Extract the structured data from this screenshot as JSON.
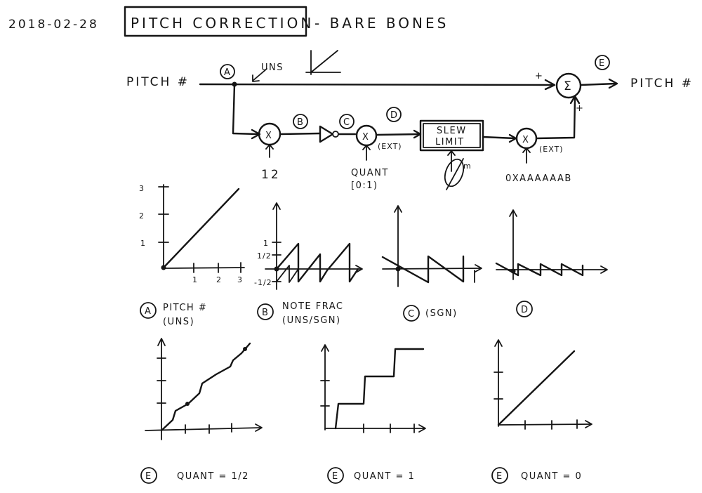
{
  "header": {
    "date": "2018-02-28",
    "title": "PITCH CORRECTION",
    "subtitle": "- BARE BONES"
  },
  "diagram": {
    "input_label": "PITCH #",
    "output_label": "PITCH #",
    "unit_note": "UNS",
    "node_labels": {
      "a": "A",
      "b": "B",
      "c": "C",
      "d": "D",
      "e": "E"
    },
    "sum_symbol": "Σ",
    "multiply_symbol": "X",
    "plus_sign": "+",
    "multiplier_12": "12",
    "quant_label": "QUANT",
    "quant_range": "[0:1)",
    "ext_label": "(EXT)",
    "slew_line1": "SLEW",
    "slew_line2": "LIMIT",
    "hex_constant": "0XAAAAAAB",
    "m_label": "m"
  },
  "plots_row1": [
    {
      "tag": "A",
      "caption_line1": "PITCH #",
      "caption_line2": "(UNS)"
    },
    {
      "tag": "B",
      "caption_line1": "NOTE FRAC",
      "caption_line2": "(UNS/SGN)"
    },
    {
      "tag": "C",
      "caption_line1": "(SGN)",
      "caption_line2": ""
    },
    {
      "tag": "D",
      "caption_line1": "",
      "caption_line2": ""
    }
  ],
  "plot_a_ticks": {
    "y": [
      "3",
      "2",
      "1"
    ],
    "x": [
      "1",
      "2",
      "3"
    ]
  },
  "plot_b_ticks": {
    "y_top": "1",
    "y_half": "1/2",
    "y_neg_half": "-1/2"
  },
  "plots_row2": [
    {
      "tag": "E",
      "caption": "QUANT = 1/2"
    },
    {
      "tag": "E",
      "caption": "QUANT = 1"
    },
    {
      "tag": "E",
      "caption": "QUANT = 0"
    }
  ]
}
